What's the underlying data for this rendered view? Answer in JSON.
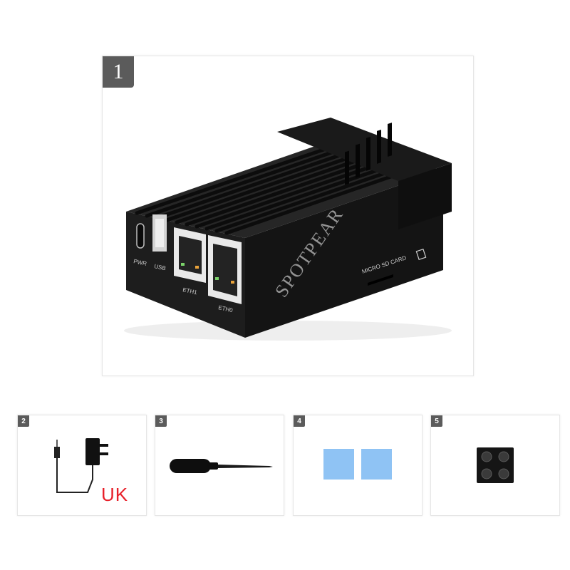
{
  "main_panel": {
    "badge": "1",
    "product": {
      "watermark": "SPOTPEAR",
      "port_labels": {
        "pwr": "PWR",
        "usb": "USB",
        "eth1": "ETH1",
        "eth0": "ETH0",
        "sd": "MICRO SD CARD"
      }
    }
  },
  "thumbnails": [
    {
      "badge": "2",
      "item": "power-adapter",
      "text": "UK"
    },
    {
      "badge": "3",
      "item": "screwdriver"
    },
    {
      "badge": "4",
      "item": "thermal-pads"
    },
    {
      "badge": "5",
      "item": "rubber-feet"
    }
  ],
  "colors": {
    "badge_bg": "#5b5b5b",
    "uk_red": "#e8202a",
    "pad_blue": "#8fc3f4"
  }
}
